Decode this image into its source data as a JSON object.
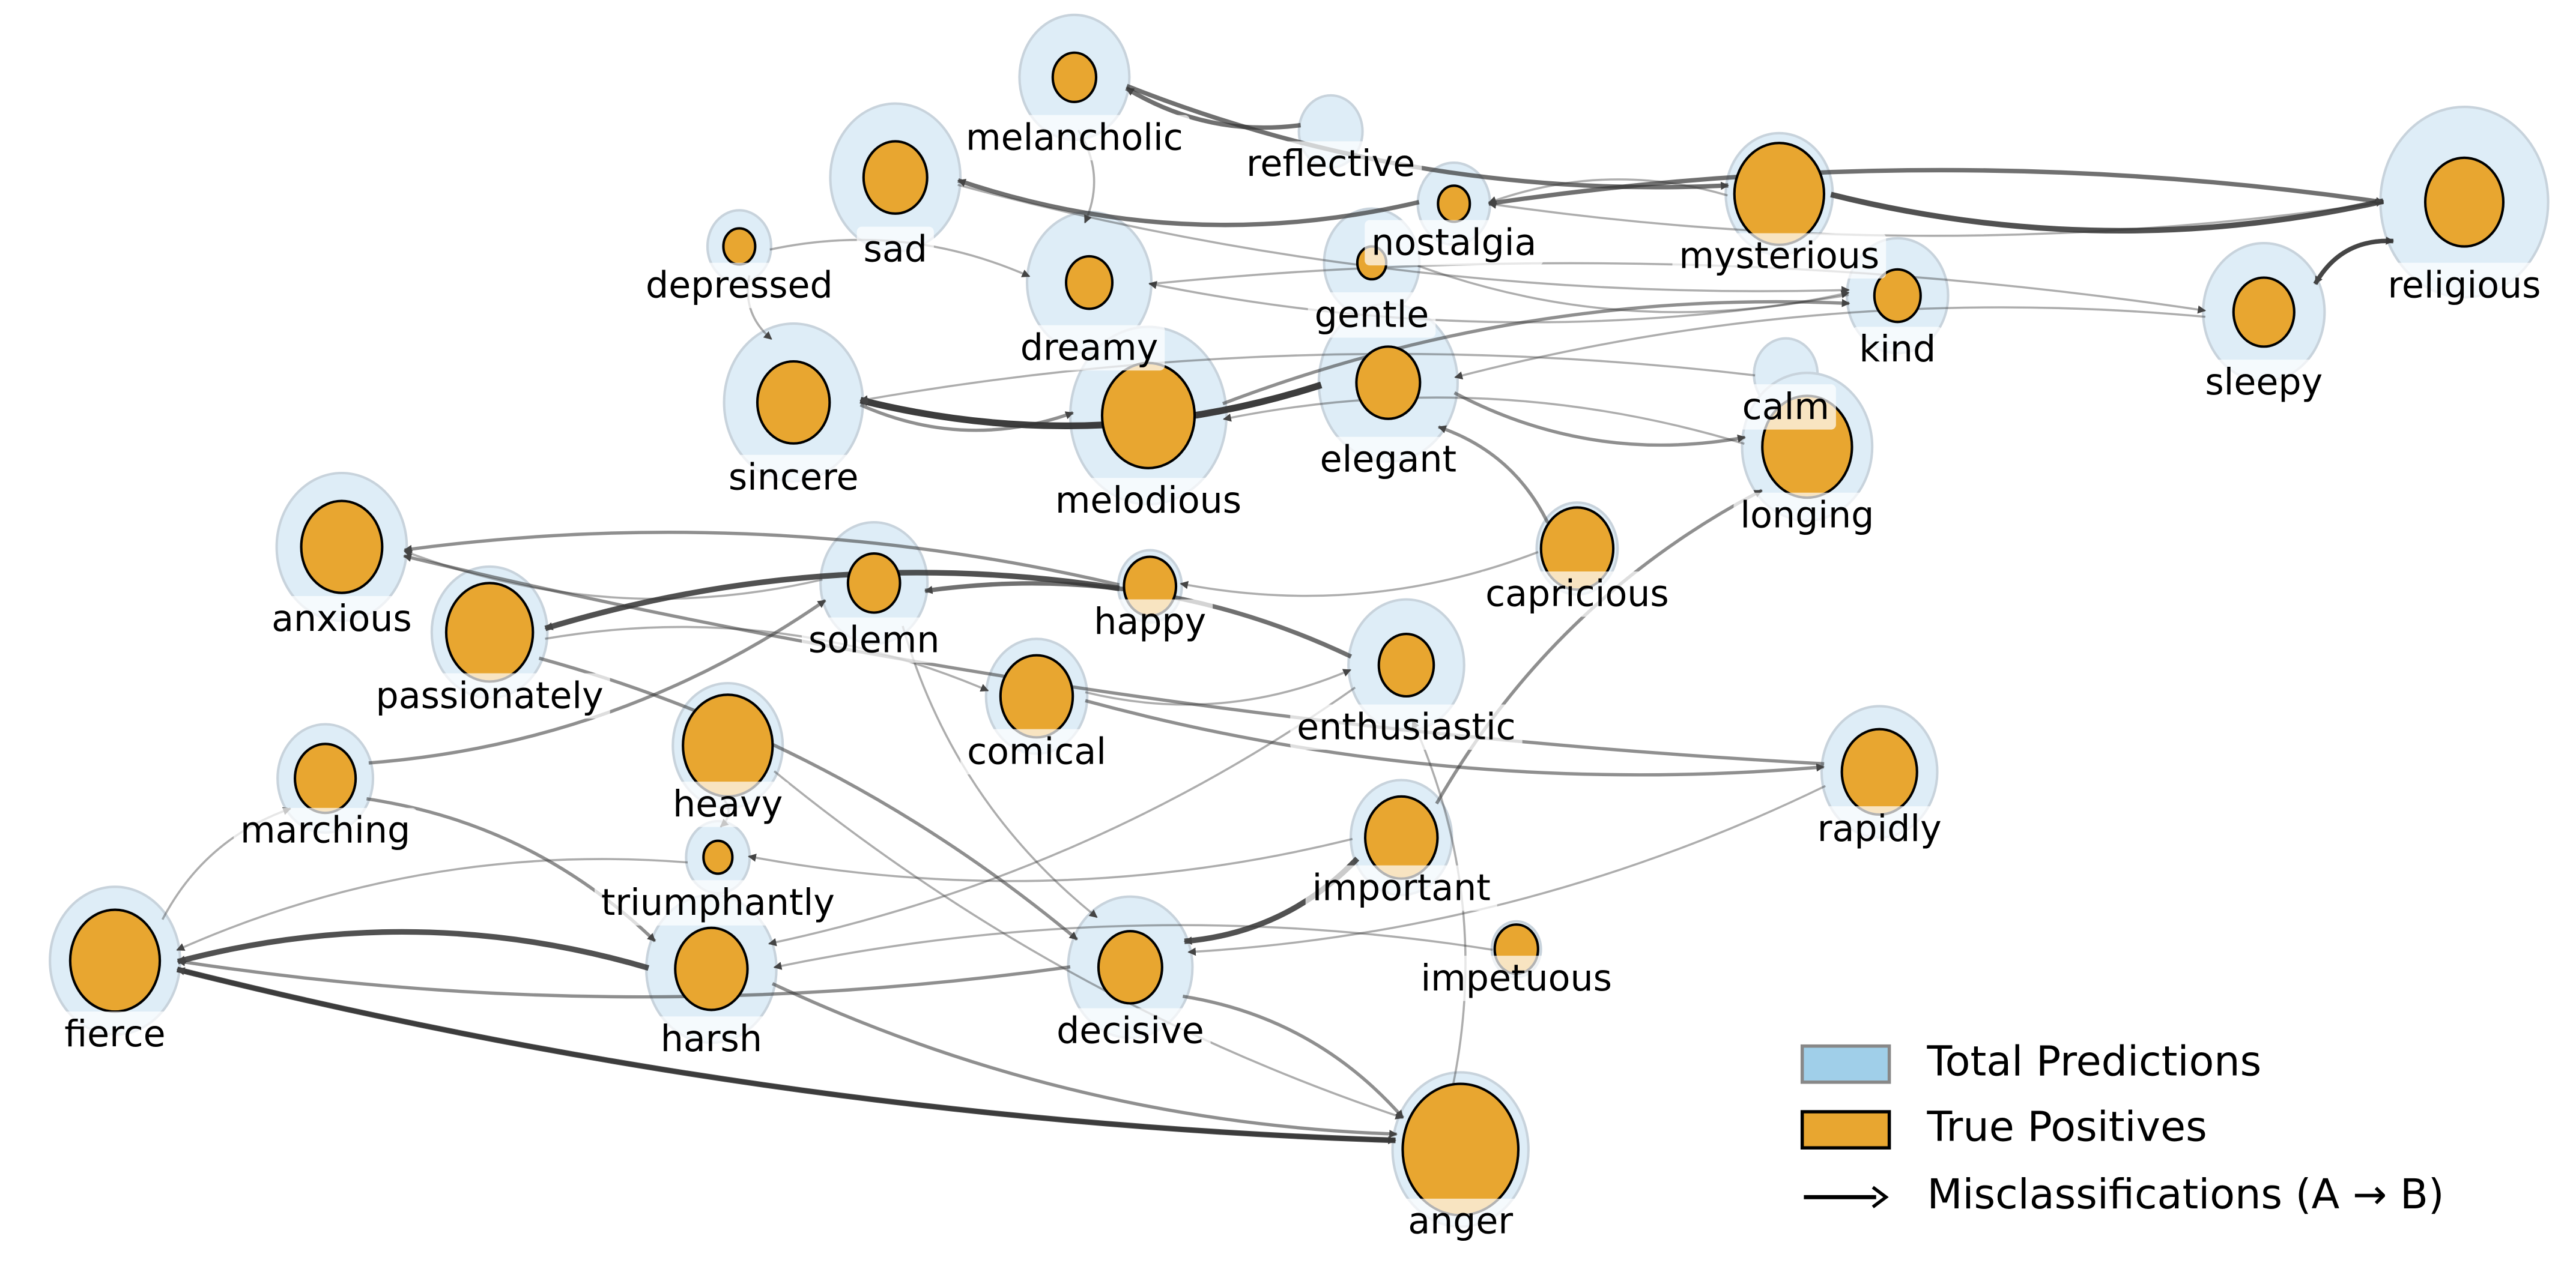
{
  "colors": {
    "total_predictions": "#a0cfe9",
    "total_predictions_node": "#deedf7",
    "true_positives": "#e8a630",
    "edge": "#333333"
  },
  "legend": {
    "total_predictions": "Total Predictions",
    "true_positives": "True Positives",
    "misclassifications": "Misclassifications (A → B)"
  },
  "nodes": [
    {
      "id": "melancholic",
      "label": "melancholic",
      "total": 38,
      "tp": 15
    },
    {
      "id": "reflective",
      "label": "reflective",
      "total": 22,
      "tp": 0
    },
    {
      "id": "sad",
      "label": "sad",
      "total": 45,
      "tp": 22
    },
    {
      "id": "depressed",
      "label": "depressed",
      "total": 22,
      "tp": 11
    },
    {
      "id": "nostalgia",
      "label": "nostalgia",
      "total": 25,
      "tp": 11
    },
    {
      "id": "gentle",
      "label": "gentle",
      "total": 33,
      "tp": 10
    },
    {
      "id": "dreamy",
      "label": "dreamy",
      "total": 43,
      "tp": 16
    },
    {
      "id": "mysterious",
      "label": "mysterious",
      "total": 37,
      "tp": 31
    },
    {
      "id": "religious",
      "label": "religious",
      "total": 58,
      "tp": 27
    },
    {
      "id": "kind",
      "label": "kind",
      "total": 35,
      "tp": 16
    },
    {
      "id": "sleepy",
      "label": "sleepy",
      "total": 42,
      "tp": 21
    },
    {
      "id": "sincere",
      "label": "sincere",
      "total": 48,
      "tp": 25
    },
    {
      "id": "melodious",
      "label": "melodious",
      "total": 54,
      "tp": 32
    },
    {
      "id": "elegant",
      "label": "elegant",
      "total": 48,
      "tp": 22
    },
    {
      "id": "calm",
      "label": "calm",
      "total": 22,
      "tp": 0
    },
    {
      "id": "longing",
      "label": "longing",
      "total": 45,
      "tp": 31
    },
    {
      "id": "anxious",
      "label": "anxious",
      "total": 45,
      "tp": 28
    },
    {
      "id": "solemn",
      "label": "solemn",
      "total": 37,
      "tp": 18
    },
    {
      "id": "happy",
      "label": "happy",
      "total": 22,
      "tp": 18
    },
    {
      "id": "capricious",
      "label": "capricious",
      "total": 28,
      "tp": 25
    },
    {
      "id": "passionately",
      "label": "passionately",
      "total": 40,
      "tp": 30
    },
    {
      "id": "comical",
      "label": "comical",
      "total": 35,
      "tp": 25
    },
    {
      "id": "enthusiastic",
      "label": "enthusiastic",
      "total": 40,
      "tp": 19
    },
    {
      "id": "heavy",
      "label": "heavy",
      "total": 38,
      "tp": 31
    },
    {
      "id": "rapidly",
      "label": "rapidly",
      "total": 40,
      "tp": 26
    },
    {
      "id": "marching",
      "label": "marching",
      "total": 33,
      "tp": 21
    },
    {
      "id": "important",
      "label": "important",
      "total": 35,
      "tp": 25
    },
    {
      "id": "triumphantly",
      "label": "triumphantly",
      "total": 22,
      "tp": 10
    },
    {
      "id": "impetuous",
      "label": "impetuous",
      "total": 17,
      "tp": 15
    },
    {
      "id": "fierce",
      "label": "fierce",
      "total": 45,
      "tp": 31
    },
    {
      "id": "harsh",
      "label": "harsh",
      "total": 45,
      "tp": 25
    },
    {
      "id": "decisive",
      "label": "decisive",
      "total": 43,
      "tp": 22
    },
    {
      "id": "anger",
      "label": "anger",
      "total": 47,
      "tp": 40
    }
  ],
  "edges": [
    {
      "from": "elegant",
      "to": "sincere",
      "weight": 5
    },
    {
      "from": "fierce",
      "to": "anger",
      "weight": 4
    },
    {
      "from": "anger",
      "to": "fierce",
      "weight": 3
    },
    {
      "from": "harsh",
      "to": "fierce",
      "weight": 4
    },
    {
      "from": "decisive",
      "to": "fierce",
      "weight": 2
    },
    {
      "from": "happy",
      "to": "passionately",
      "weight": 4
    },
    {
      "from": "important",
      "to": "decisive",
      "weight": 4
    },
    {
      "from": "enthusiastic",
      "to": "solemn",
      "weight": 3
    },
    {
      "from": "nostalgia",
      "to": "sad",
      "weight": 3
    },
    {
      "from": "mysterious",
      "to": "religious",
      "weight": 4
    },
    {
      "from": "sleepy",
      "to": "religious",
      "weight": 3
    },
    {
      "from": "religious",
      "to": "sleepy",
      "weight": 3
    },
    {
      "from": "reflective",
      "to": "melancholic",
      "weight": 3
    },
    {
      "from": "melancholic",
      "to": "mysterious",
      "weight": 3
    },
    {
      "from": "nostalgia",
      "to": "religious",
      "weight": 3
    },
    {
      "from": "sincere",
      "to": "melodious",
      "weight": 2
    },
    {
      "from": "melodious",
      "to": "kind",
      "weight": 2
    },
    {
      "from": "capricious",
      "to": "elegant",
      "weight": 2
    },
    {
      "from": "important",
      "to": "longing",
      "weight": 2
    },
    {
      "from": "marching",
      "to": "solemn",
      "weight": 2
    },
    {
      "from": "marching",
      "to": "harsh",
      "weight": 2
    },
    {
      "from": "happy",
      "to": "anxious",
      "weight": 2
    },
    {
      "from": "rapidly",
      "to": "anxious",
      "weight": 2
    },
    {
      "from": "comical",
      "to": "rapidly",
      "weight": 2
    },
    {
      "from": "passionately",
      "to": "decisive",
      "weight": 2
    },
    {
      "from": "harsh",
      "to": "anger",
      "weight": 2
    },
    {
      "from": "decisive",
      "to": "anger",
      "weight": 2
    },
    {
      "from": "solemn",
      "to": "decisive",
      "weight": 1
    },
    {
      "from": "enthusiastic",
      "to": "harsh",
      "weight": 1
    },
    {
      "from": "elegant",
      "to": "longing",
      "weight": 2
    },
    {
      "from": "depressed",
      "to": "dreamy",
      "weight": 1
    },
    {
      "from": "gentle",
      "to": "kind",
      "weight": 1
    },
    {
      "from": "kind",
      "to": "dreamy",
      "weight": 1
    },
    {
      "from": "calm",
      "to": "sincere",
      "weight": 1
    },
    {
      "from": "dreamy",
      "to": "sleepy",
      "weight": 1
    },
    {
      "from": "sad",
      "to": "kind",
      "weight": 1
    },
    {
      "from": "melancholic",
      "to": "dreamy",
      "weight": 1
    },
    {
      "from": "depressed",
      "to": "sincere",
      "weight": 1
    },
    {
      "from": "heavy",
      "to": "triumphantly",
      "weight": 1
    },
    {
      "from": "impetuous",
      "to": "harsh",
      "weight": 1
    },
    {
      "from": "important",
      "to": "triumphantly",
      "weight": 1
    },
    {
      "from": "comical",
      "to": "enthusiastic",
      "weight": 1
    },
    {
      "from": "rapidly",
      "to": "decisive",
      "weight": 1
    },
    {
      "from": "anger",
      "to": "enthusiastic",
      "weight": 1
    },
    {
      "from": "capricious",
      "to": "happy",
      "weight": 1
    },
    {
      "from": "longing",
      "to": "melodious",
      "weight": 1
    },
    {
      "from": "fierce",
      "to": "marching",
      "weight": 1
    },
    {
      "from": "triumphantly",
      "to": "fierce",
      "weight": 1
    },
    {
      "from": "solemn",
      "to": "anxious",
      "weight": 1
    },
    {
      "from": "mysterious",
      "to": "nostalgia",
      "weight": 1
    },
    {
      "from": "religious",
      "to": "nostalgia",
      "weight": 1
    },
    {
      "from": "sleepy",
      "to": "elegant",
      "weight": 1
    },
    {
      "from": "passionately",
      "to": "comical",
      "weight": 1
    },
    {
      "from": "heavy",
      "to": "anger",
      "weight": 1
    }
  ]
}
